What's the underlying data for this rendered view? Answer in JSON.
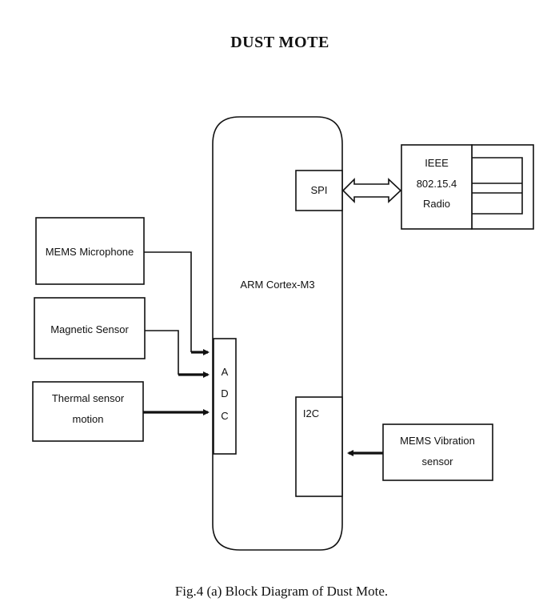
{
  "title": "DUST MOTE",
  "caption": "Fig.4 (a) Block Diagram of Dust Mote.",
  "processor": {
    "label": "ARM Cortex-M3",
    "interfaces": {
      "spi": "SPI",
      "i2c": "I2C",
      "adc": [
        "A",
        "D",
        "C"
      ]
    }
  },
  "radio": {
    "lines": [
      "IEEE",
      "802.15.4",
      "Radio"
    ]
  },
  "sensors": {
    "mems_microphone": [
      "MEMS Microphone"
    ],
    "magnetic_sensor": [
      "Magnetic Sensor"
    ],
    "thermal_sensor": [
      "Thermal sensor",
      "motion"
    ],
    "mems_vibration": [
      "MEMS Vibration",
      "sensor"
    ]
  },
  "connections": [
    {
      "from": "MEMS Microphone",
      "to": "ADC",
      "type": "arrow"
    },
    {
      "from": "Magnetic Sensor",
      "to": "ADC",
      "type": "arrow"
    },
    {
      "from": "Thermal sensor motion",
      "to": "ADC",
      "type": "arrow"
    },
    {
      "from": "MEMS Vibration sensor",
      "to": "I2C",
      "type": "arrow"
    },
    {
      "from": "SPI",
      "to": "IEEE 802.15.4 Radio",
      "type": "bidirectional"
    }
  ]
}
